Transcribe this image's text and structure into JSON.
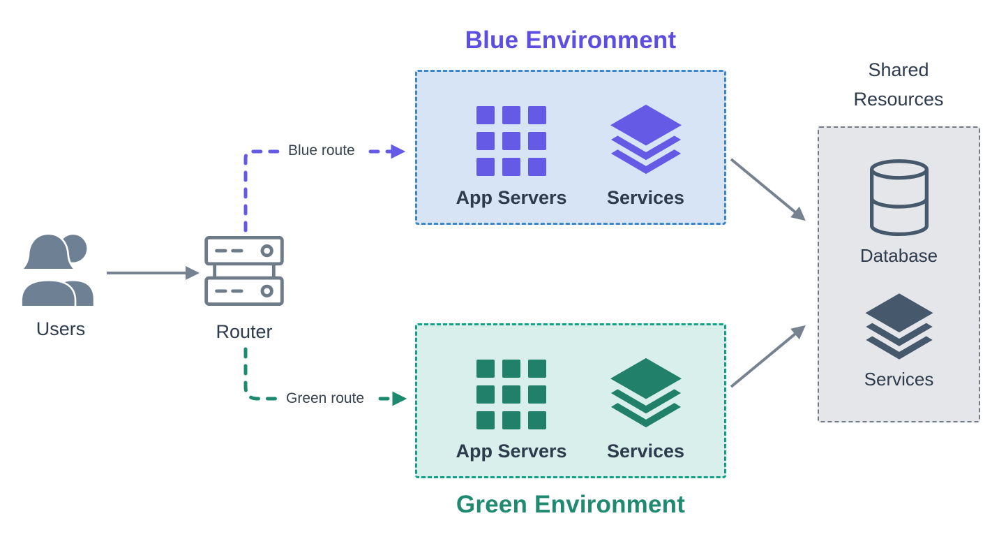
{
  "users": {
    "label": "Users",
    "icon": "users-icon"
  },
  "router": {
    "label": "Router",
    "icon": "router-icon"
  },
  "routes": {
    "blue": {
      "label": "Blue route",
      "color": "#655ae6"
    },
    "green": {
      "label": "Green route",
      "color": "#1b8a6e"
    }
  },
  "blue_environment": {
    "title": "Blue Environment",
    "title_color": "#5b4ee0",
    "background": "#d6e4f6",
    "border_color": "#3c86c9",
    "icon_color": "#655ae6",
    "items": [
      {
        "label": "App Servers",
        "icon": "app-servers-grid-icon"
      },
      {
        "label": "Services",
        "icon": "services-layers-icon"
      }
    ]
  },
  "green_environment": {
    "title": "Green Environment",
    "title_color": "#1f8a70",
    "background": "#d9efeb",
    "border_color": "#14a086",
    "icon_color": "#21806a",
    "items": [
      {
        "label": "App Servers",
        "icon": "app-servers-grid-icon"
      },
      {
        "label": "Services",
        "icon": "services-layers-icon"
      }
    ]
  },
  "shared_resources": {
    "title": "Shared Resources",
    "background": "#e4e6e9",
    "border_color": "#6f7a86",
    "icon_color": "#46586b",
    "items": [
      {
        "label": "Database",
        "icon": "database-icon"
      },
      {
        "label": "Services",
        "icon": "services-layers-icon"
      }
    ]
  },
  "colors": {
    "connector_gray": "#76828f",
    "node_gray": "#6e8093",
    "text_dark": "#2d3b4d"
  }
}
